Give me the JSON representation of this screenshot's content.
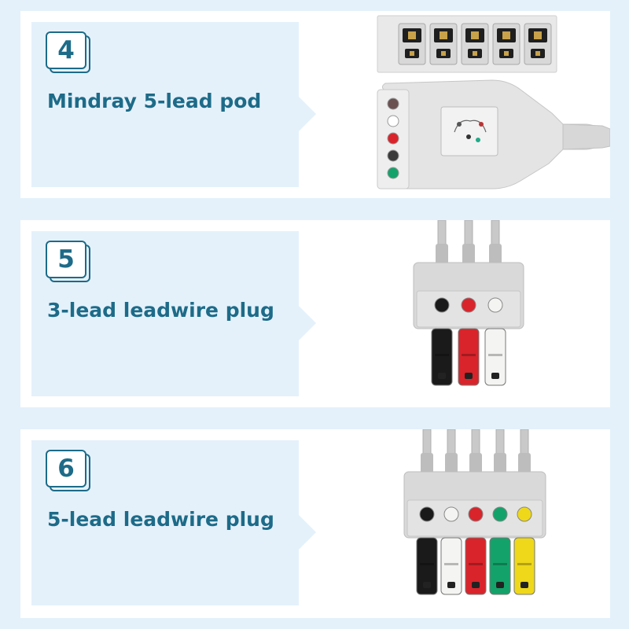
{
  "sections": [
    {
      "number": "4",
      "title": "Mindray 5-lead pod",
      "image_label": "5-pin connector and 5-lead pod"
    },
    {
      "number": "5",
      "title": "3-lead leadwire plug",
      "image_label": "3-lead leadwire plug"
    },
    {
      "number": "6",
      "title": "5-lead leadwire plug",
      "image_label": "5-lead leadwire plug"
    }
  ],
  "lead_colors": {
    "three_lead": [
      "#1a1a1a",
      "#d9242b",
      "#f4f4f2"
    ],
    "five_lead": [
      "#1a1a1a",
      "#f4f4f2",
      "#d9242b",
      "#13a36a",
      "#efd81a"
    ],
    "pod_dots": [
      "#6b5150",
      "#ffffff",
      "#d9242b",
      "#3a3a3a",
      "#13a36a"
    ]
  },
  "colors": {
    "accent": "#1d6b88",
    "background": "#e4f1fb",
    "panel": "#ffffff"
  }
}
